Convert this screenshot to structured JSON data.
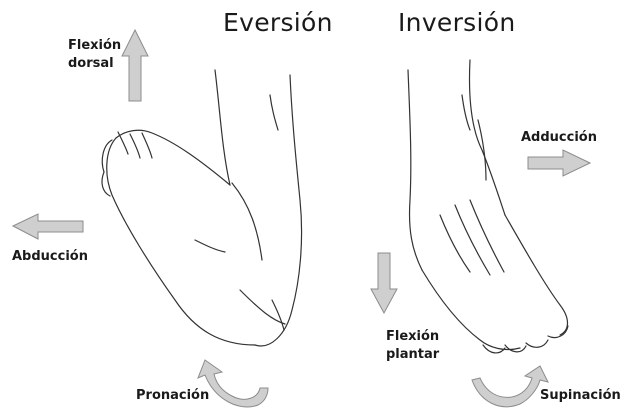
{
  "titles": {
    "eversion": "Eversión",
    "inversion": "Inversión"
  },
  "labels": {
    "flexion_dorsal_line1": "Flexión",
    "flexion_dorsal_line2": "dorsal",
    "abduccion": "Abducción",
    "aduccion": "Adducción",
    "flexion_plantar_line1": "Flexión",
    "flexion_plantar_line2": "plantar",
    "pronacion": "Pronación",
    "supinacion": "Supinación"
  },
  "colors": {
    "arrow_fill": "#cfcfcf",
    "arrow_stroke": "#8c8c8c",
    "line_art": "#333333"
  }
}
